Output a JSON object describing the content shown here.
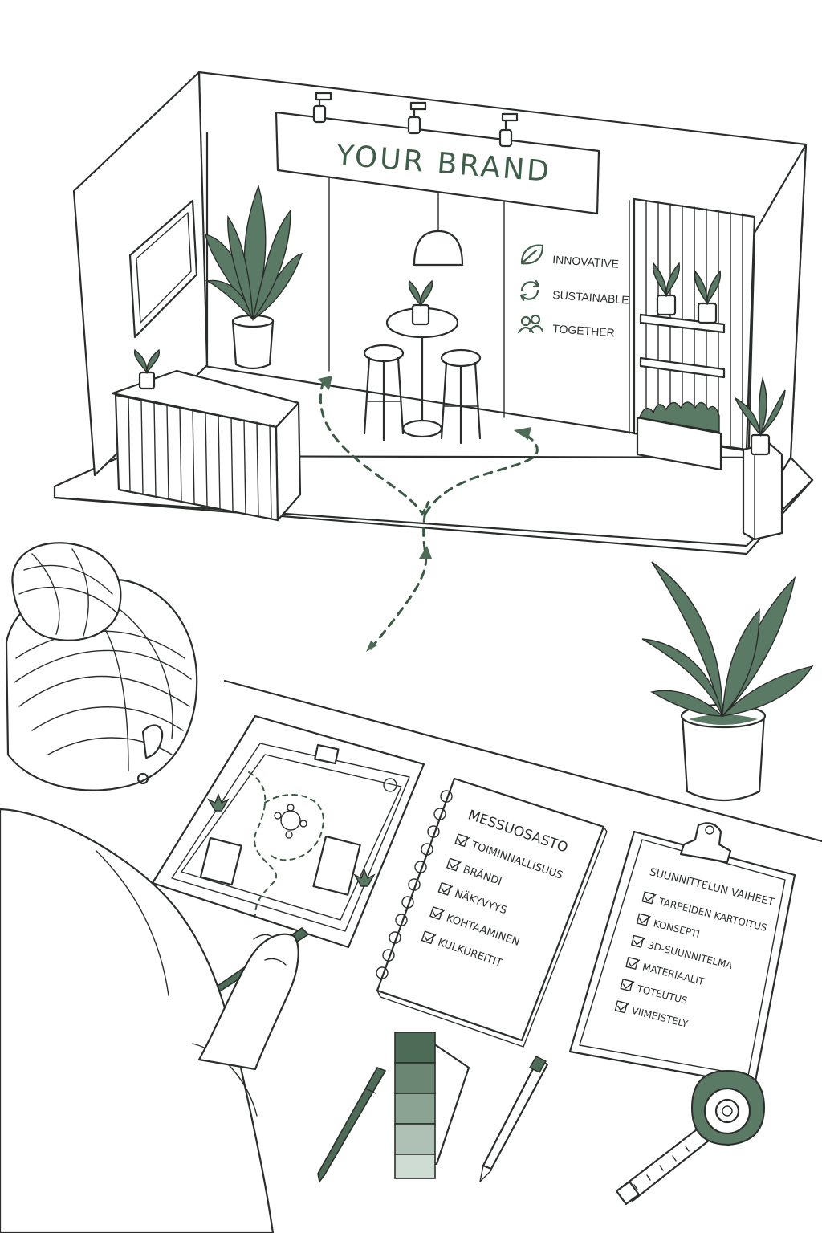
{
  "booth": {
    "sign": "YOUR BRAND",
    "values": [
      {
        "label": "INNOVATIVE",
        "icon": "leaf-icon"
      },
      {
        "label": "SUSTAINABLE",
        "icon": "recycle-icon"
      },
      {
        "label": "TOGETHER",
        "icon": "people-icon"
      }
    ]
  },
  "notebook": {
    "title": "MESSUOSASTO",
    "items": [
      "TOIMINNALLISUUS",
      "BRÄNDI",
      "NÄKYVYYS",
      "KOHTAAMINEN",
      "KULKUREITIT"
    ]
  },
  "clipboard": {
    "title": "SUUNNITTELUN VAIHEET",
    "items": [
      "TARPEIDEN KARTOITUS",
      "KONSEPTI",
      "3D-SUUNNITELMA",
      "MATERIAALIT",
      "TOTEUTUS",
      "VIIMEISTELY"
    ]
  },
  "colors": {
    "accent": "#4d6b57",
    "ink": "#2a2e2b",
    "paper": "#ffffff"
  }
}
